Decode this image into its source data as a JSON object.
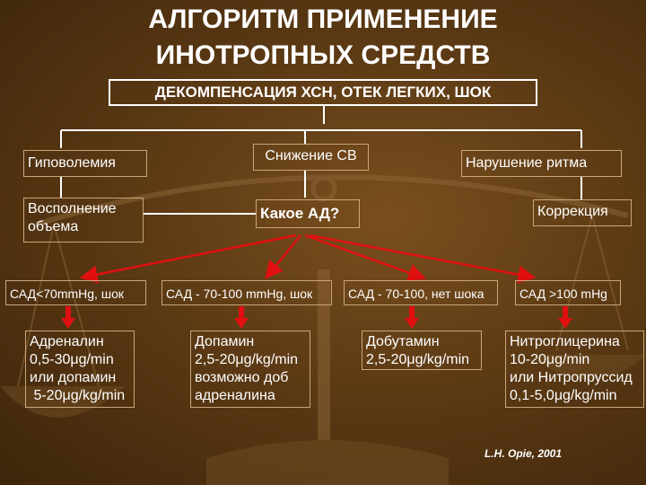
{
  "title": {
    "line1": "АЛГОРИТМ ПРИМЕНЕНИЕ",
    "line2": "ИНОТРОПНЫХ СРЕДСТВ"
  },
  "top_box": "ДЕКОМПЕНСАЦИЯ ХСН, ОТЕК ЛЕГКИХ, ШОК",
  "branches": {
    "hypovolemia": "Гиповолемия",
    "co_decrease": "Снижение СВ",
    "rhythm": "Нарушение ритма"
  },
  "second_row": {
    "volume": [
      "Восполнение",
      "объема"
    ],
    "bp_question": "Какое АД?",
    "correction": "Коррекция"
  },
  "bp_levels": [
    "САД<70mmHg, шок",
    "САД - 70-100 mmHg, шок",
    "САД - 70-100, нет шока",
    "САД >100 mHg"
  ],
  "treatments": [
    [
      "Адреналин",
      "0,5-30μg/min",
      "или допамин",
      " 5-20μg/kg/min"
    ],
    [
      "Допамин",
      "2,5-20μg/kg/min",
      "возможно доб",
      "адреналина"
    ],
    [
      "Добутамин",
      "2,5-20μg/kg/min"
    ],
    [
      "Нитроглицерина",
      "10-20μg/min",
      "или Нитропруссид",
      "0,1-5,0μg/kg/min"
    ]
  ],
  "reference": "L.H. Opie, 2001",
  "colors": {
    "arrow_red": "#e01010",
    "connector_white": "#ffffff",
    "scale_bronze": "#a07a4a"
  }
}
